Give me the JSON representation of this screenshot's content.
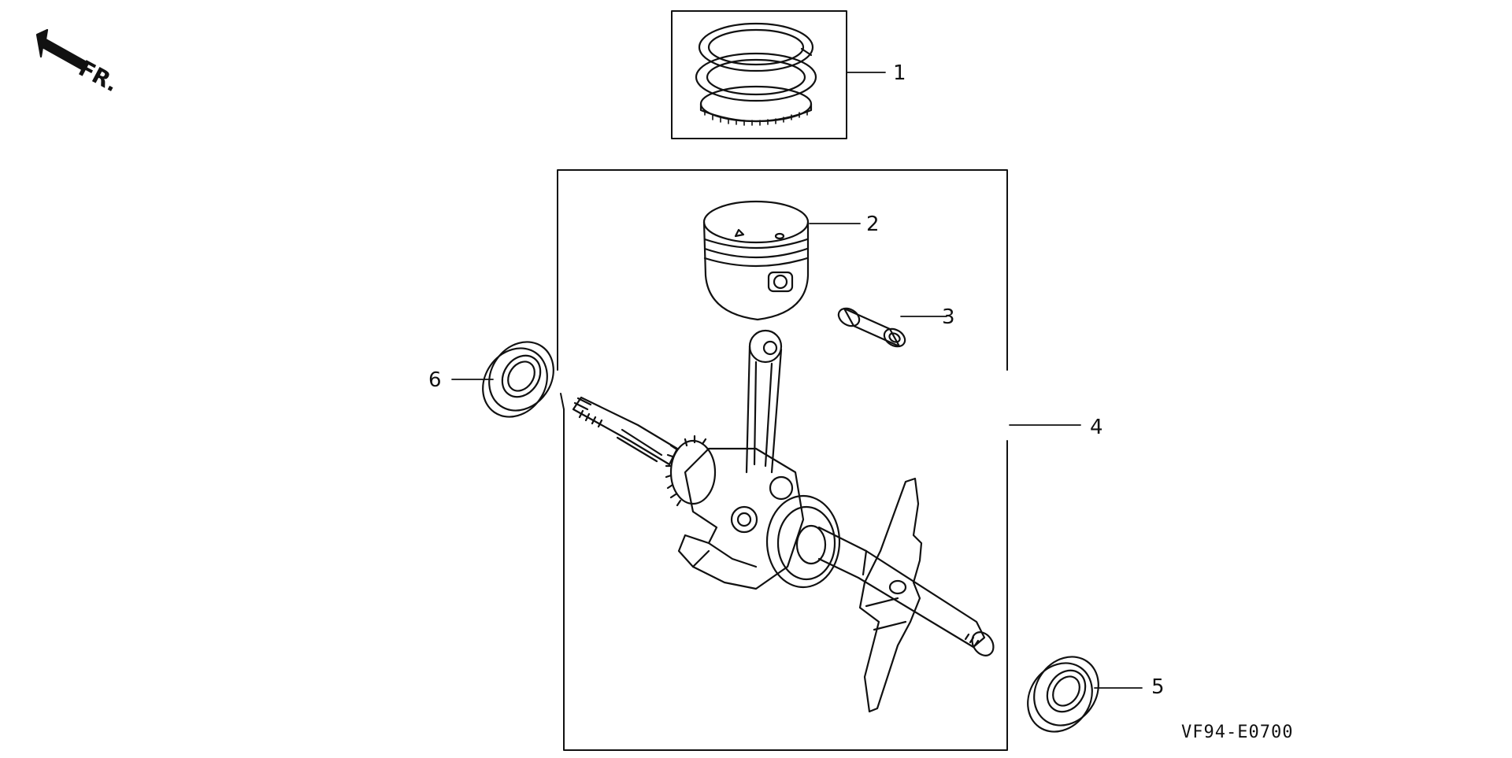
{
  "direction": {
    "label": "FR.",
    "icon": "arrow-front-icon"
  },
  "diagram_code": "VF94-E0700",
  "callouts": [
    {
      "number": "1",
      "part": "piston-ring-set"
    },
    {
      "number": "2",
      "part": "piston"
    },
    {
      "number": "3",
      "part": "piston-pin"
    },
    {
      "number": "4",
      "part": "crankshaft-assembly"
    },
    {
      "number": "5",
      "part": "oil-seal"
    },
    {
      "number": "6",
      "part": "oil-seal"
    }
  ]
}
